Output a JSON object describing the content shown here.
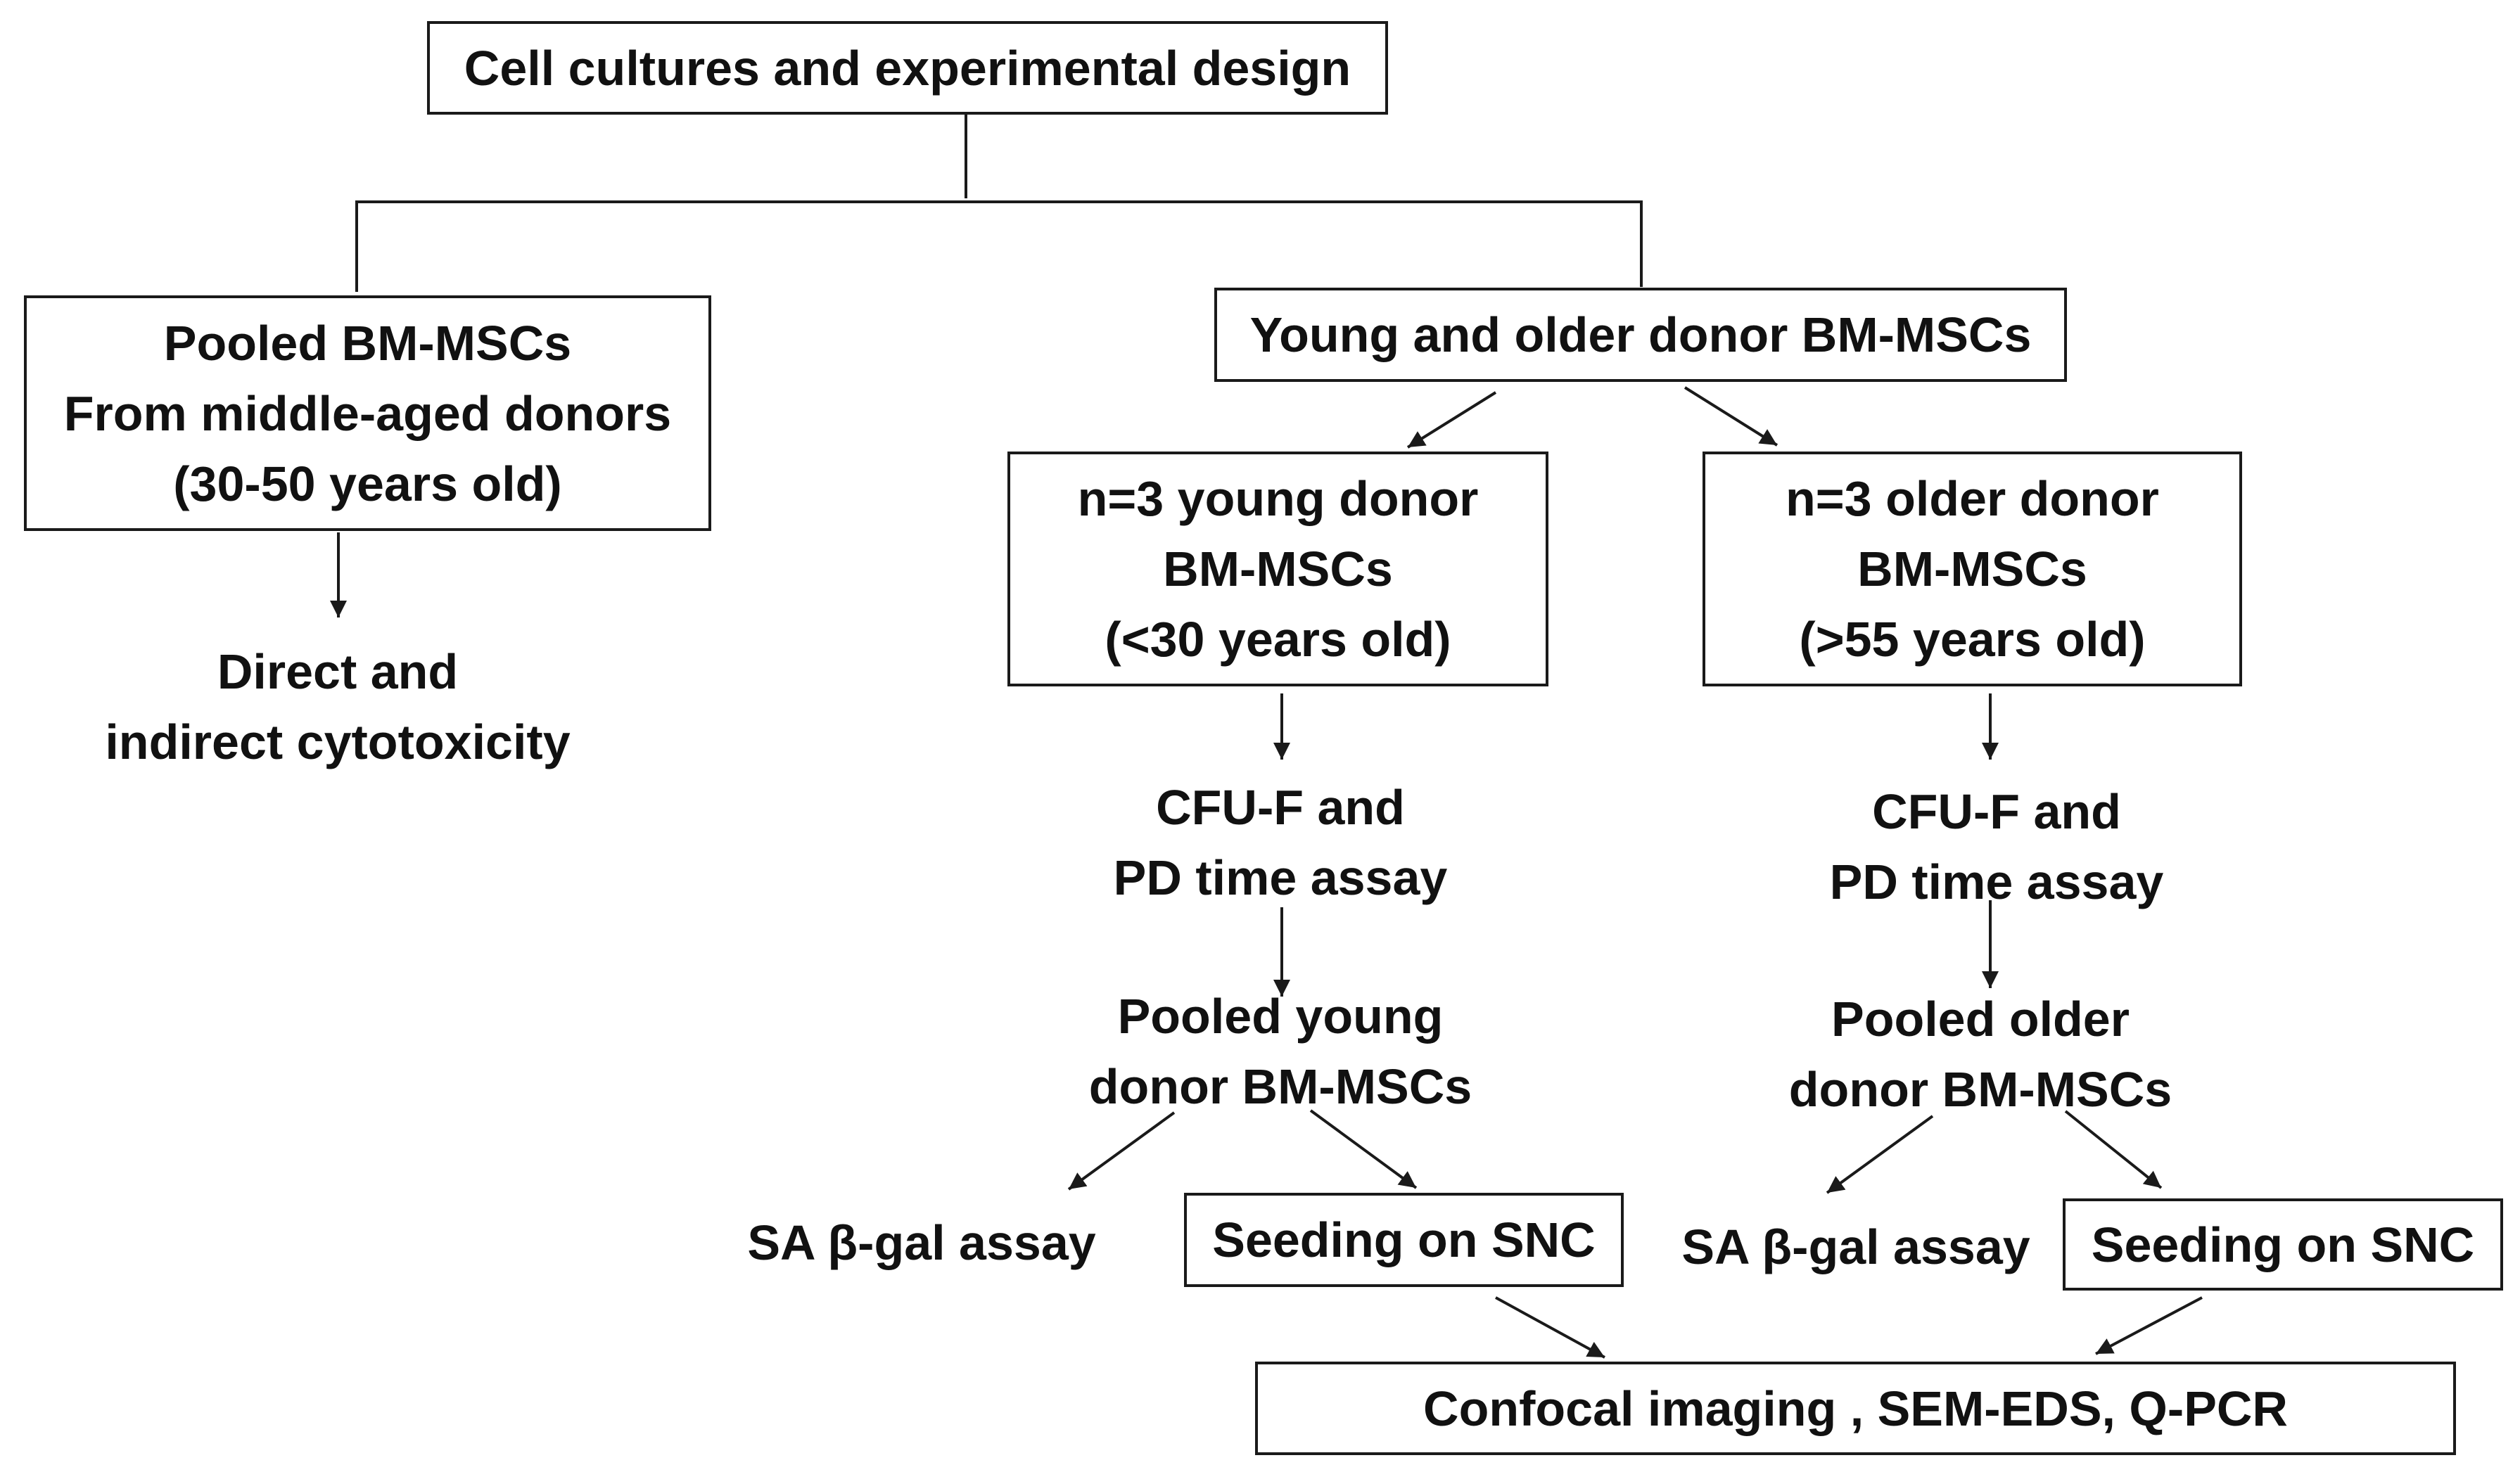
{
  "diagram": {
    "title": "Cell cultures and experimental design",
    "nodes": {
      "pooled_middle": [
        "Pooled BM-MSCs",
        "From middle-aged donors",
        "(30-50 years old)"
      ],
      "cytotoxicity": [
        "Direct and",
        "indirect cytotoxicity"
      ],
      "young_older": [
        "Young and older donor BM-MSCs"
      ],
      "young_donor": [
        "n=3 young donor",
        "BM-MSCs",
        "(<30 years old)"
      ],
      "older_donor": [
        "n=3 older donor",
        "BM-MSCs",
        "(>55 years old)"
      ],
      "cfu_young": [
        "CFU-F and",
        "PD time assay"
      ],
      "cfu_older": [
        "CFU-F and",
        "PD time assay"
      ],
      "pooled_young": [
        "Pooled young",
        "donor BM-MSCs"
      ],
      "pooled_older": [
        "Pooled older",
        "donor BM-MSCs"
      ],
      "sa_young": [
        "SA β-gal assay"
      ],
      "seeding_young": [
        "Seeding on SNC"
      ],
      "sa_older": [
        "SA β-gal assay"
      ],
      "seeding_older": [
        "Seeding on SNC"
      ],
      "confocal": [
        "Confocal imaging , SEM-EDS, Q-PCR"
      ]
    },
    "edges": [
      [
        "title",
        "pooled_middle"
      ],
      [
        "title",
        "young_older"
      ],
      [
        "pooled_middle",
        "cytotoxicity"
      ],
      [
        "young_older",
        "young_donor"
      ],
      [
        "young_older",
        "older_donor"
      ],
      [
        "young_donor",
        "cfu_young"
      ],
      [
        "older_donor",
        "cfu_older"
      ],
      [
        "cfu_young",
        "pooled_young"
      ],
      [
        "cfu_older",
        "pooled_older"
      ],
      [
        "pooled_young",
        "sa_young"
      ],
      [
        "pooled_young",
        "seeding_young"
      ],
      [
        "pooled_older",
        "sa_older"
      ],
      [
        "pooled_older",
        "seeding_older"
      ],
      [
        "seeding_young",
        "confocal"
      ],
      [
        "seeding_older",
        "confocal"
      ]
    ]
  }
}
